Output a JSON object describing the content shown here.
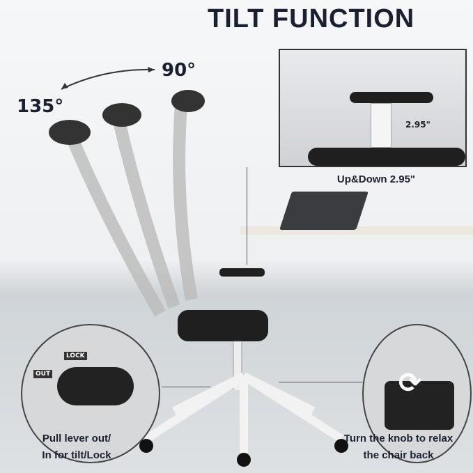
{
  "title": "TILT FUNCTION",
  "angles": {
    "upright": "90°",
    "reclined": "135°"
  },
  "height_inset": {
    "measure": "2.95\"",
    "caption": "Up&Down 2.95\""
  },
  "lever_inset": {
    "lock_label": "LOCK",
    "out_label": "OUT",
    "caption_line1": "Pull lever out/",
    "caption_line2": "In for tilt/Lock"
  },
  "knob_inset": {
    "caption_line1": "Turn the knob to relax",
    "caption_line2": "the chair back"
  }
}
